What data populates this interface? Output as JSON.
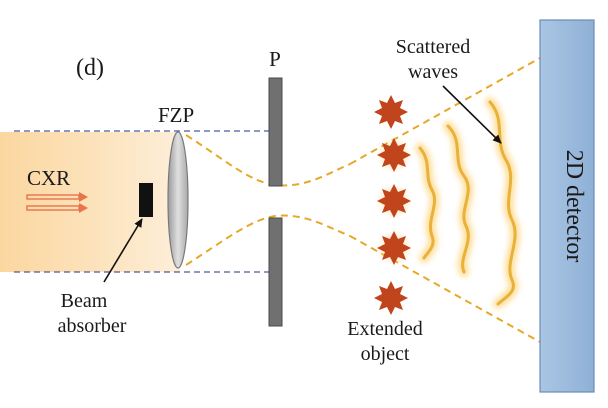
{
  "diagram": {
    "panel_label": "(d)",
    "source_label": "CXR",
    "lens_label": "FZP",
    "pinhole_label": "P",
    "beam_absorber_label_line1": "Beam",
    "beam_absorber_label_line2": "absorber",
    "scattered_waves_label_line1": "Scattered",
    "scattered_waves_label_line2": "waves",
    "object_label_line1": "Extended",
    "object_label_line2": "object",
    "detector_label": "2D detector",
    "colors": {
      "beam_glow": "#f9c784",
      "beam_edge": "#4a5a9a",
      "arrows": "#e8744a",
      "absorber": "#111111",
      "lens": "#c8c8c8",
      "pinhole": "#707070",
      "cone": "#e6a927",
      "particles": "#c0441c",
      "waves": "#e8b23a",
      "detector_fill": "#9fbcdc",
      "detector_edge": "#6a8cb6"
    }
  }
}
